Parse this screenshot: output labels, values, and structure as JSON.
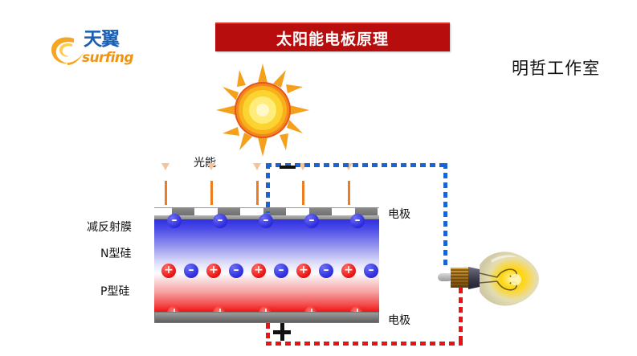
{
  "slide": {
    "title": "太阳能电板原理",
    "studio": "明哲工作室",
    "background": "#ffffff"
  },
  "logo": {
    "name": "天翼 surfing",
    "chinese_text": "天翼",
    "latin_text": "surfing",
    "swirl_color": "#f5a623",
    "text_color": "#1a5fb4",
    "latin_color": "#f0940f"
  },
  "title_banner": {
    "text": "太阳能电板原理",
    "background": "#b80d0d",
    "top_edge": "#e02b1d",
    "text_color": "#ffffff"
  },
  "diagram": {
    "sun": {
      "name": "sun",
      "core_color": "#ffe84a",
      "mid_color": "#f7a81b",
      "ray_color": "#f08a16",
      "rim_color": "#e8541e",
      "ray_count": 12
    },
    "light_label": "光能",
    "light_rays": {
      "count": 5,
      "color": "#f07c20",
      "style": "dashed-down-arrow"
    },
    "layers": [
      {
        "key": "anti_reflective",
        "label": "减反射膜",
        "side": "left"
      },
      {
        "key": "n_silicon",
        "label": "N型硅",
        "side": "left",
        "color": "#2d2de0"
      },
      {
        "key": "p_silicon",
        "label": "P型硅",
        "side": "left",
        "color": "#f01414"
      }
    ],
    "electrodes": [
      {
        "key": "top_electrode",
        "label": "电极",
        "side": "right",
        "position": "top"
      },
      {
        "key": "bottom_electrode",
        "label": "电极",
        "side": "right",
        "position": "bottom"
      }
    ],
    "charges": {
      "negative_symbol": "–",
      "positive_symbol": "+",
      "negative_color": "#2b2bdd",
      "positive_color": "#e81212",
      "top_row": [
        "–",
        "–",
        "–",
        "–",
        "–"
      ],
      "junction_row": [
        "+",
        "–",
        "+",
        "–",
        "+",
        "–",
        "+",
        "–",
        "+",
        "–"
      ],
      "bottom_row": [
        "+",
        "+",
        "+",
        "+",
        "+"
      ]
    },
    "circuit": {
      "negative_terminal_symbol": "–",
      "positive_terminal_symbol": "+",
      "negative_wire_color": "#1565d8",
      "positive_wire_color": "#e81414",
      "wire_style": "dashed"
    },
    "bulb": {
      "name": "light-bulb",
      "state": "lit",
      "glass_color": "#e8e3bb",
      "glow_color": "#ffd400",
      "base_color": "#c8891a"
    }
  }
}
